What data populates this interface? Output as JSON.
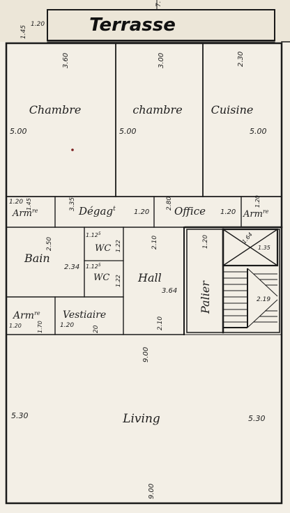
{
  "rooms": {
    "terrasse": "Terrasse",
    "chambre_1": "Chambre",
    "chambre_2": "chambre",
    "cuisine": "Cuisine",
    "armoire": "Arm",
    "armoire_sup": "re",
    "degagement": "Dégag",
    "degagement_sup": "t",
    "office": "Office",
    "bain": "Bain",
    "wc_1": "WC",
    "wc_2": "WC",
    "vestiaire": "Vestiaire",
    "hall": "Hall",
    "palier": "Palier",
    "living": "Living"
  },
  "dimensions": {
    "top_edge": "7.",
    "terrasse_depth": "1.45",
    "terrasse_width": "1.20",
    "chambre_1_width": "3.60",
    "chambre_1_depth": "5.00",
    "chambre_2_width": "3.00",
    "chambre_2_depth": "5.00",
    "cuisine_width": "2.30",
    "cuisine_depth": "5.00",
    "arm_left_width": "1.20",
    "arm_left_depth": "1.45",
    "degag_width": "3.35",
    "degag_depth": "1.20",
    "office_width": "2.80",
    "office_depth": "1.20",
    "arm_right_width": "1.20",
    "bain_depth": "2.50",
    "bain_width": "2.34",
    "wc_1_width": "1.12",
    "wc_1_width_sup": "5",
    "wc_1_depth": "1.22",
    "wc_2_width": "1.12",
    "wc_2_width_sup": "5",
    "wc_2_depth": "1.22",
    "hall_width_top": "2.10",
    "hall_depth": "3.64",
    "hall_width_bottom": "2.10",
    "palier_width": "1.20",
    "stair_diag": "1.64",
    "stair_width": "1.35",
    "stair_run": "2.19",
    "arm_bottom_width": "1.20",
    "arm_bottom_depth": "1.70",
    "vestiaire_width": "1.20",
    "vestiaire_depth": "20",
    "living_width_top": "9.00",
    "living_depth_left": "5.30",
    "living_depth_right": "5.30",
    "living_width_bottom": "9.00"
  }
}
